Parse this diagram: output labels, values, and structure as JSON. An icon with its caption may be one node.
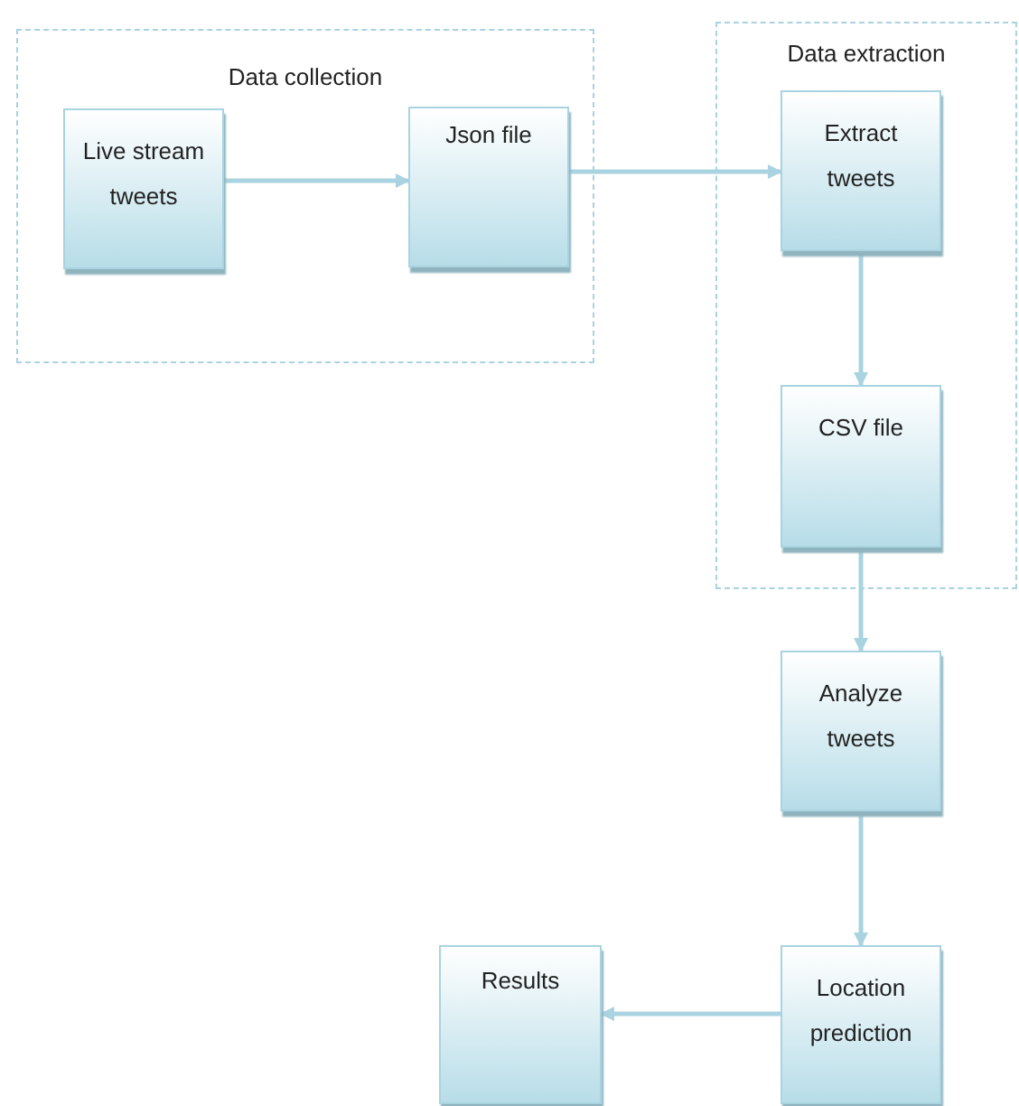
{
  "diagram": {
    "nodes": [
      {
        "text": [
          "Data collection"
        ]
      },
      {
        "text": [
          "Live stream tweets"
        ],
        "in": 0
      },
      {
        "text": [
          "Json file"
        ],
        "in": 0
      },
      {
        "text": [
          "Data extraction"
        ]
      },
      {
        "text": [
          "Extract tweets"
        ],
        "in": 3
      },
      {
        "text": [
          "CSV file"
        ],
        "in": 3
      },
      {
        "text": [
          "Analyze tweets"
        ]
      },
      {
        "text": [
          "Location prediction"
        ]
      },
      {
        "text": [
          "Results"
        ]
      }
    ],
    "edges": [
      {
        "from": 1,
        "to": 2,
        "arrow": "to"
      },
      {
        "from": 2,
        "to": 4,
        "arrow": "to"
      },
      {
        "from": 4,
        "to": 5,
        "arrow": "to"
      },
      {
        "from": 5,
        "to": 6,
        "arrow": "to"
      },
      {
        "from": 6,
        "to": 7,
        "arrow": "to"
      },
      {
        "from": 7,
        "to": 8,
        "arrow": "to"
      }
    ]
  }
}
